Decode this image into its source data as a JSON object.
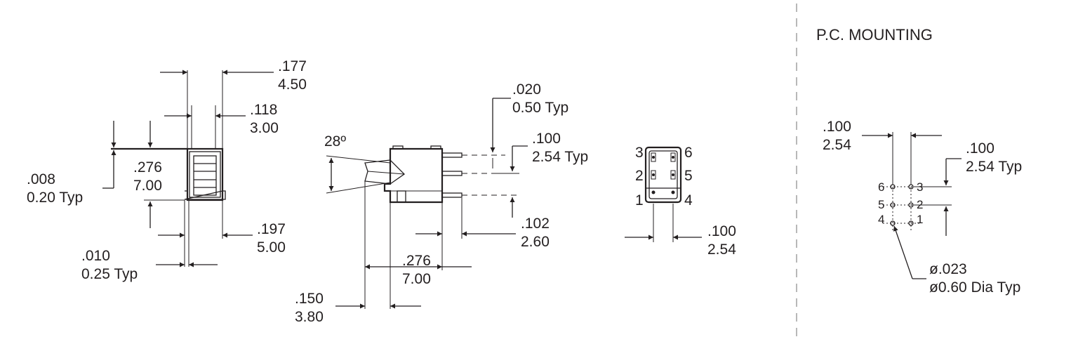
{
  "section_title": "P.C. MOUNTING",
  "dimensions": {
    "d177": {
      "in": ".177",
      "mm": "4.50"
    },
    "d118": {
      "in": ".118",
      "mm": "3.00"
    },
    "d008": {
      "in": ".008",
      "mm": "0.20 Typ"
    },
    "d276a": {
      "in": ".276",
      "mm": "7.00"
    },
    "d197": {
      "in": ".197",
      "mm": "5.00"
    },
    "d010": {
      "in": ".010",
      "mm": "0.25 Typ"
    },
    "angle": "28º",
    "d020": {
      "in": ".020",
      "mm": "0.50 Typ"
    },
    "d100a": {
      "in": ".100",
      "mm": "2.54 Typ"
    },
    "d102": {
      "in": ".102",
      "mm": "2.60"
    },
    "d276b": {
      "in": ".276",
      "mm": "7.00"
    },
    "d150": {
      "in": ".150",
      "mm": "3.80"
    },
    "d100b": {
      "in": ".100",
      "mm": "2.54"
    },
    "d100c": {
      "in": ".100",
      "mm": "2.54"
    },
    "d100d": {
      "in": ".100",
      "mm": "2.54 Typ"
    },
    "hole": {
      "in": "ø.023",
      "mm": "ø0.60 Dia Typ"
    }
  },
  "pins_end_view": {
    "top": [
      "3",
      "6"
    ],
    "mid": [
      "2",
      "5"
    ],
    "bot": [
      "1",
      "4"
    ]
  },
  "pins_pc": {
    "top": [
      "6",
      "3"
    ],
    "mid": [
      "5",
      "2"
    ],
    "bot": [
      "4",
      "1"
    ]
  }
}
